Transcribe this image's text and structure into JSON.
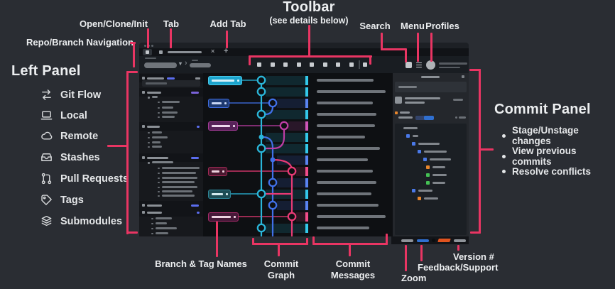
{
  "colors": {
    "accent": "#e93563",
    "page_bg": "#2a2d33",
    "badge_blue": "#5b6dee",
    "badge_purple": "#7a62d8",
    "status_blue": "#2f6fd0",
    "status_orange": "#e0531f",
    "tree_blue": "#4a79e8",
    "tree_orange": "#e8862c",
    "tree_green": "#44c054"
  },
  "top": {
    "open_clone": "Open/Clone/Init",
    "tab": "Tab",
    "add_tab": "Add Tab",
    "toolbar_title": "Toolbar",
    "toolbar_sub": "(see details below)",
    "search": "Search",
    "menu": "Menu",
    "profiles": "Profiles",
    "repo_nav": "Repo/Branch Navigation"
  },
  "left_panel": {
    "title": "Left Panel",
    "items": [
      {
        "icon": "git-flow-icon",
        "label": "Git Flow"
      },
      {
        "icon": "laptop-icon",
        "label": "Local"
      },
      {
        "icon": "cloud-icon",
        "label": "Remote"
      },
      {
        "icon": "inbox-icon",
        "label": "Stashes"
      },
      {
        "icon": "pull-request-icon",
        "label": "Pull Requests"
      },
      {
        "icon": "tag-icon",
        "label": "Tags"
      },
      {
        "icon": "layers-icon",
        "label": "Submodules"
      }
    ]
  },
  "commit_panel": {
    "title": "Commit Panel",
    "bullets": [
      "Stage/Unstage changes",
      "View previous commits",
      "Resolve conflicts"
    ]
  },
  "bottom": {
    "branch_tags": "Branch & Tag Names",
    "commit_graph": "Commit Graph",
    "commit_messages": "Commit Messages",
    "zoom": "Zoom",
    "feedback": "Feedback/Support",
    "version": "Version #"
  },
  "mockup": {
    "icons": {
      "close": "×",
      "add": "+",
      "caret": "▾",
      "chevron": "›"
    },
    "graphColors": {
      "lanes": {
        "cyan": "#2ab6d9",
        "blue": "#4070e8",
        "magenta": "#bd3da4",
        "pinkB": "#e83a75"
      },
      "tints": {
        "cyan": "rgba(34,166,200,0.16)",
        "blue": "rgba(64,112,232,0.15)",
        "magenta": "rgba(189,61,164,0.16)",
        "pink": "rgba(232,58,117,0.14)"
      },
      "ticks": {
        "cyan": "#33c9ea",
        "blue": "#5a84f2",
        "magenta": "#cf55b8",
        "pink": "#f24c8a"
      }
    },
    "pillStyles": {
      "cyanBright": {
        "bg": "#1ca4cd",
        "br": "#49c9e8",
        "bar": "#d6f2fa"
      },
      "blue": {
        "bg": "#1e3a70",
        "br": "#3f6ce0",
        "bar": "#c9d7f4"
      },
      "magenta": {
        "bg": "#58235a",
        "br": "#a43b97",
        "bar": "#eedaee"
      },
      "pinkDark": {
        "bg": "#49182f",
        "br": "#a12a55",
        "bar": "#ecd2dd"
      },
      "teal": {
        "bg": "#1d4d55",
        "br": "#2e8496",
        "bar": "#d2eaee"
      },
      "pinkDark2": {
        "bg": "#471a39",
        "br": "#a82a6a",
        "bar": "#eed3e2"
      }
    },
    "graph_rows": [
      [
        "cyan",
        "cyan",
        "ring",
        "cyanBright",
        48,
        80
      ],
      [
        "cyan",
        "cyan",
        "ring",
        null,
        0,
        97
      ],
      [
        "blue",
        "blue",
        "ring",
        "blue",
        30,
        79
      ],
      [
        "cyan",
        "cyan",
        "ring",
        null,
        0,
        84
      ],
      [
        "magenta",
        "magenta",
        "ring",
        "magenta",
        42,
        82
      ],
      [
        "cyan",
        "cyan",
        "dot",
        null,
        0,
        68
      ],
      [
        "cyan",
        "cyan",
        "ring",
        null,
        0,
        89
      ],
      [
        "blue",
        "blue",
        "dot",
        null,
        0,
        72
      ],
      [
        "pink",
        "pinkB",
        "ring",
        "pinkDark",
        27,
        79
      ],
      [
        "blue",
        "blue",
        "ring",
        null,
        0,
        84
      ],
      [
        "cyan",
        "cyan",
        "ring",
        "teal",
        32,
        77
      ],
      [
        "blue",
        "blue",
        "ring",
        null,
        0,
        87
      ],
      [
        "pink",
        "pinkB",
        "ring",
        "pinkDark2",
        43,
        97
      ],
      [
        "cyan",
        "cyan",
        "ring",
        null,
        0,
        74
      ]
    ],
    "left_rows": [
      [
        "h",
        44,
        24,
        null,
        "bar",
        "adj",
        null
      ],
      [
        "box",
        53,
        null,
        null,
        null,
        null,
        null
      ],
      [
        "h",
        64,
        20,
        null,
        "bar",
        "right",
        "p"
      ],
      [
        "s",
        75,
        8,
        12,
        null,
        null,
        null
      ],
      [
        "i",
        82,
        25,
        26,
        null,
        null,
        null
      ],
      [
        "i",
        90,
        16,
        26,
        null,
        null,
        null
      ],
      [
        "i",
        97,
        22,
        26,
        null,
        null,
        null
      ],
      [
        "i",
        103,
        18,
        26,
        null,
        null,
        null
      ],
      [
        "h",
        112,
        18,
        null,
        "dot",
        "right",
        null
      ],
      [
        "i",
        125,
        14,
        12,
        null,
        null,
        null
      ],
      [
        "i",
        132,
        22,
        12,
        null,
        null,
        null
      ],
      [
        "i",
        139,
        12,
        12,
        null,
        null,
        null
      ],
      [
        "i",
        145,
        14,
        12,
        null,
        null,
        null
      ],
      [
        "h",
        156,
        30,
        null,
        "bar",
        "right",
        null
      ],
      [
        "s",
        167,
        30,
        12,
        null,
        null,
        null
      ],
      [
        "i",
        175,
        53,
        26,
        null,
        null,
        null
      ],
      [
        "i",
        182,
        48,
        26,
        null,
        null,
        null
      ],
      [
        "i",
        189,
        50,
        26,
        null,
        null,
        null
      ],
      [
        "i",
        195,
        46,
        26,
        null,
        null,
        null
      ],
      [
        "i",
        202,
        50,
        26,
        null,
        null,
        null
      ],
      [
        "i",
        208,
        43,
        26,
        null,
        null,
        null
      ],
      [
        "i",
        214,
        46,
        26,
        null,
        null,
        null
      ],
      [
        "h",
        223,
        21,
        null,
        "bar",
        "right",
        null
      ],
      [
        "h",
        233,
        21,
        null,
        "dot",
        "right",
        null
      ],
      [
        "i",
        246,
        23,
        17,
        null,
        null,
        null
      ],
      [
        "i",
        253,
        16,
        17,
        null,
        null,
        null
      ],
      [
        "i",
        260,
        30,
        17,
        null,
        null,
        null
      ],
      [
        "i",
        267,
        18,
        17,
        null,
        null,
        null
      ]
    ],
    "tree_items": [
      [
        0.5,
        null,
        20
      ],
      [
        1,
        "b",
        8
      ],
      [
        2,
        "b",
        30
      ],
      [
        3,
        "b",
        32
      ],
      [
        4,
        "b",
        30
      ],
      [
        4.5,
        "o",
        18
      ],
      [
        4.5,
        "g",
        20
      ],
      [
        4.5,
        "g",
        18
      ],
      [
        2,
        "b",
        20
      ],
      [
        3,
        "o",
        20
      ]
    ],
    "status_items": [
      [
        "bar",
        "#8f949a",
        14
      ],
      [
        "bar",
        "#2f6fd0",
        36
      ],
      [
        "dot",
        "#0b0d0f",
        57
      ],
      [
        "skew",
        "#e0531f",
        66
      ],
      [
        "bar",
        "#8f949a",
        88
      ]
    ]
  }
}
